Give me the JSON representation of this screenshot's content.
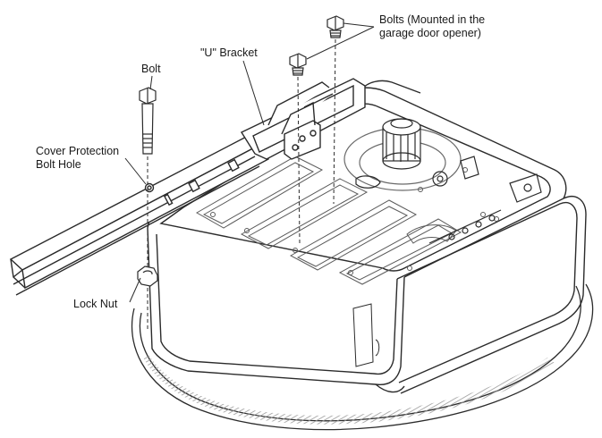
{
  "labels": {
    "bolts_line1": "Bolts (Mounted in the",
    "bolts_line2": "garage door opener)",
    "u_bracket": "\"U\" Bracket",
    "bolt": "Bolt",
    "cover_line1": "Cover Protection",
    "cover_line2": "Bolt Hole",
    "lock_nut": "Lock Nut"
  },
  "colors": {
    "line": "#2b2b2b",
    "light_line": "#8a8a8a",
    "hatch": "#9a9a9a"
  }
}
